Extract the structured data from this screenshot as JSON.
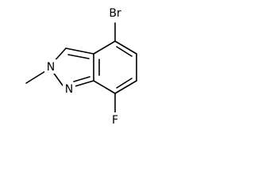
{
  "molecule": {
    "atoms": {
      "bromine": "Br",
      "fluorine": "F",
      "nitrogen_2": "N",
      "nitrogen_1": "N"
    },
    "colors": {
      "bond": "#000000",
      "label": "#000000",
      "background": "#ffffff"
    }
  }
}
